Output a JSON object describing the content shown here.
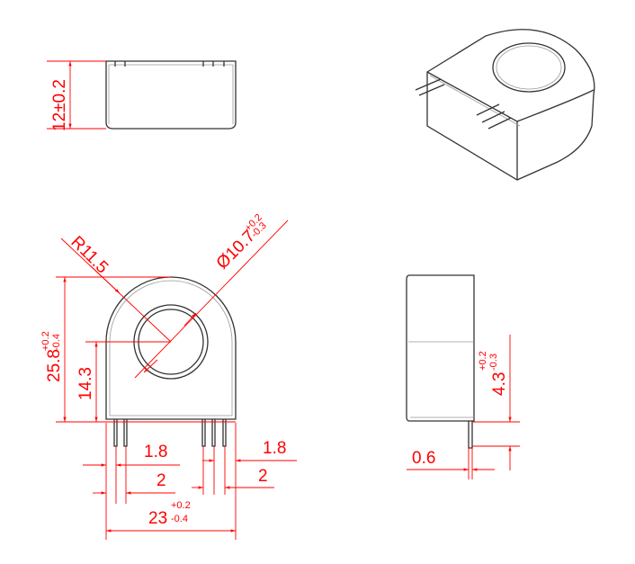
{
  "colors": {
    "outline": "#333333",
    "dimension": "#ff0000"
  },
  "top_view": {
    "height": "12±0.2"
  },
  "front_view": {
    "radius": "R11.5",
    "hole_diameter": "Ø10.7",
    "hole_tol_plus": "+0.2",
    "hole_tol_minus": "-0.3",
    "height": "25.8",
    "height_tol_plus": "+0.2",
    "height_tol_minus": "-0.4",
    "center_height": "14.3",
    "pin_width_left": "1.8",
    "pin_pitch_left": "2",
    "pin_width_right": "1.8",
    "pin_pitch_right": "2",
    "width": "23",
    "width_tol_plus": "+0.2",
    "width_tol_minus": "-0.4"
  },
  "side_view": {
    "pin_length": "4.3",
    "pin_tol_plus": "+0.2",
    "pin_tol_minus": "-0.3",
    "pin_thickness": "0.6"
  }
}
